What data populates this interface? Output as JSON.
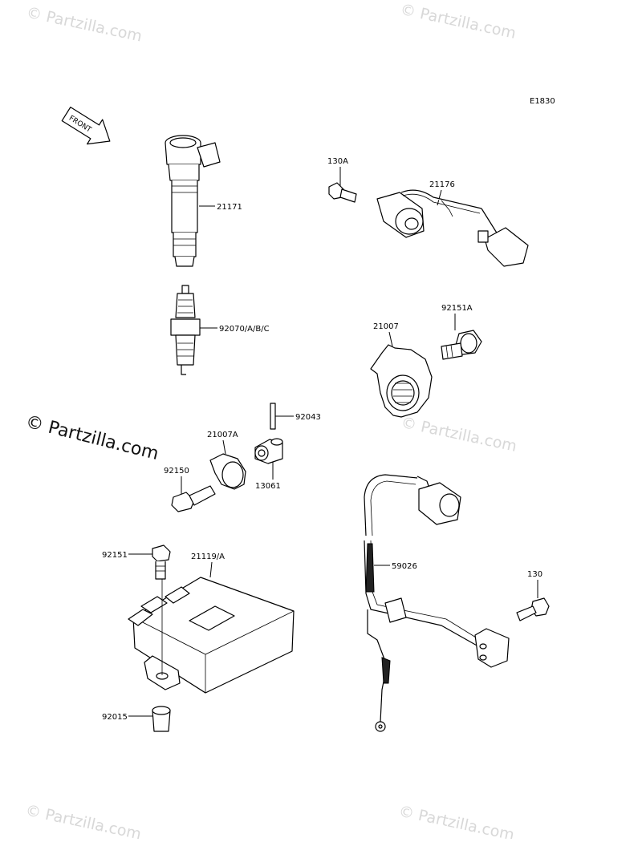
{
  "diagram_code": "E1830",
  "front_label": "FRONT",
  "watermark": "© Partzilla.com",
  "parts": {
    "ignition_coil": "21171",
    "spark_plug": "92070/A/B/C",
    "bolt_130A": "130A",
    "sensor_21176": "21176",
    "bolt_92151A": "92151A",
    "rotor_21007": "21007",
    "pin_92043": "92043",
    "rotor_21007A": "21007A",
    "bolt_92150": "92150",
    "collar_13061": "13061",
    "bolt_92151": "92151",
    "ecu_21119A": "21119/A",
    "harness_59026": "59026",
    "bolt_130": "130",
    "grommet_92015": "92015"
  },
  "icons": [
    "front-arrow-icon",
    "copyright-icon"
  ]
}
